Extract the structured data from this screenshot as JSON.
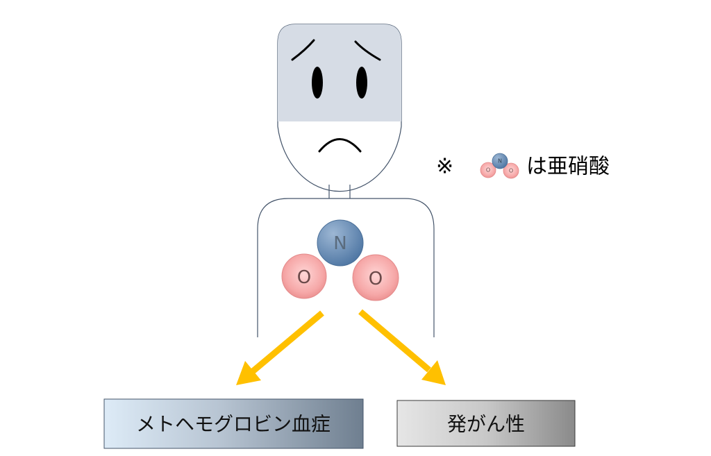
{
  "molecule": {
    "nitrogen_label": "N",
    "oxygen_label_left": "O",
    "oxygen_label_right": "O"
  },
  "legend": {
    "note_mark": "※",
    "icon_nitrogen_label": "N",
    "icon_oxygen_label_left": "O",
    "icon_oxygen_label_right": "O",
    "text": "は亜硝酸"
  },
  "outcomes": [
    {
      "label": "メトヘモグロビン血症"
    },
    {
      "label": "発がん性"
    }
  ],
  "colors": {
    "arrow": "#ffc000",
    "nitrogen": "#5b84b1",
    "oxygen": "#f4a0a0",
    "face_shade": "#d6dce5",
    "outline": "#44546a"
  }
}
